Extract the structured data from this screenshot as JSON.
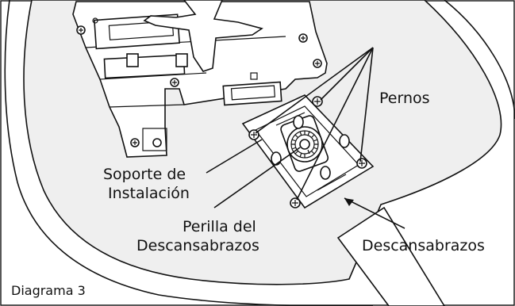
{
  "diagram": {
    "labels": {
      "bolts": "Pernos",
      "mount_line1": "Soporte de",
      "mount_line2": "Instalación",
      "knob_line1": "Perilla del",
      "knob_line2": "Descansabrazos",
      "armrest": "Descansabrazos",
      "caption": "Diagrama 3"
    },
    "colors": {
      "seat_fill": "#efefef",
      "line": "#111111",
      "background": "#ffffff"
    }
  }
}
